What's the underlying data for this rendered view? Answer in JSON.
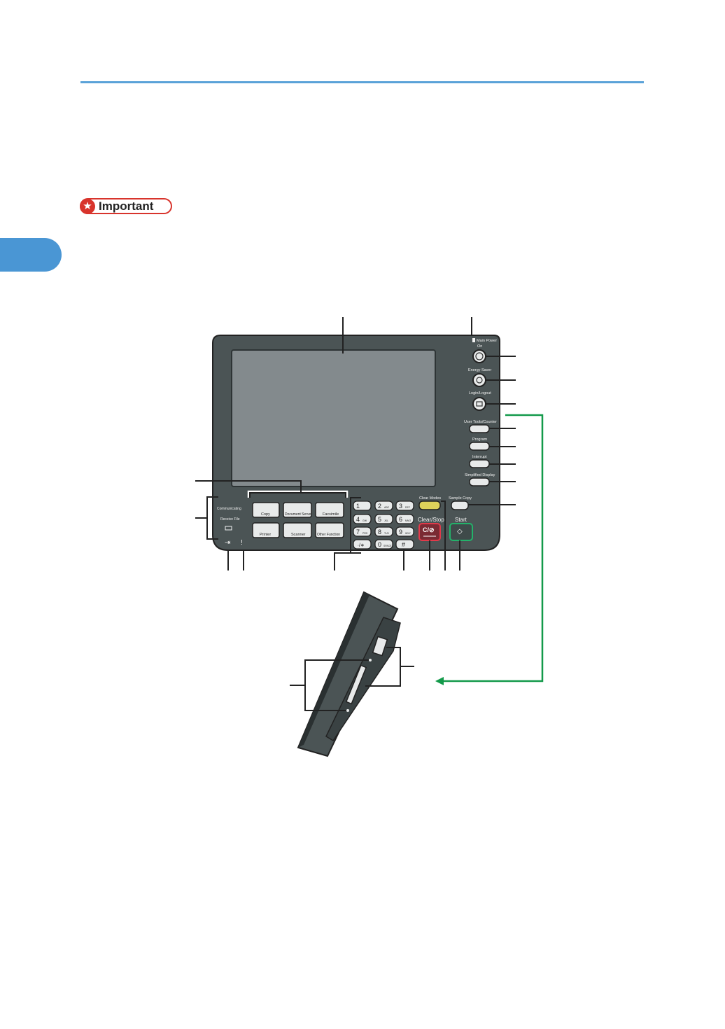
{
  "important": {
    "label": "Important"
  },
  "panel": {
    "right_labels": {
      "main_power": "Main Power",
      "on": "On",
      "energy_saver": "Energy Saver",
      "login_logout": "Login/Logout",
      "user_tools": "User Tools/Counter",
      "program": "Program",
      "interrupt": "Interrupt",
      "simplified_display": "Simplified Display",
      "sample_copy": "Sample Copy",
      "clear_modes": "Clear Modes",
      "clear_stop": "Clear/Stop",
      "start": "Start",
      "c_stop_key": "C/⊘"
    },
    "function_keys": {
      "copy": "Copy",
      "document_server": "Document Server",
      "facsimile": "Facsimile",
      "printer": "Printer",
      "scanner": "Scanner",
      "other_function": "Other Function"
    },
    "left_labels": {
      "communicating": "Communicating",
      "receive_file": "Receive File"
    },
    "keypad": [
      {
        "key": "1",
        "sub": ""
      },
      {
        "key": "2",
        "sub": "ABC"
      },
      {
        "key": "3",
        "sub": "DEF"
      },
      {
        "key": "4",
        "sub": "GHI"
      },
      {
        "key": "5",
        "sub": "JKL"
      },
      {
        "key": "6",
        "sub": "MNO"
      },
      {
        "key": "7",
        "sub": "PRS"
      },
      {
        "key": "8",
        "sub": "TUV"
      },
      {
        "key": "9",
        "sub": "WXY"
      },
      {
        "key": "∙/∗",
        "sub": ""
      },
      {
        "key": "0",
        "sub": "SPACE"
      },
      {
        "key": "#",
        "sub": ""
      }
    ]
  },
  "colors": {
    "accent_rule": "#5aa2d8",
    "important": "#d8342c",
    "panel_body": "#4b5455",
    "screen": "#838a8d",
    "arrow": "#139a4a"
  }
}
